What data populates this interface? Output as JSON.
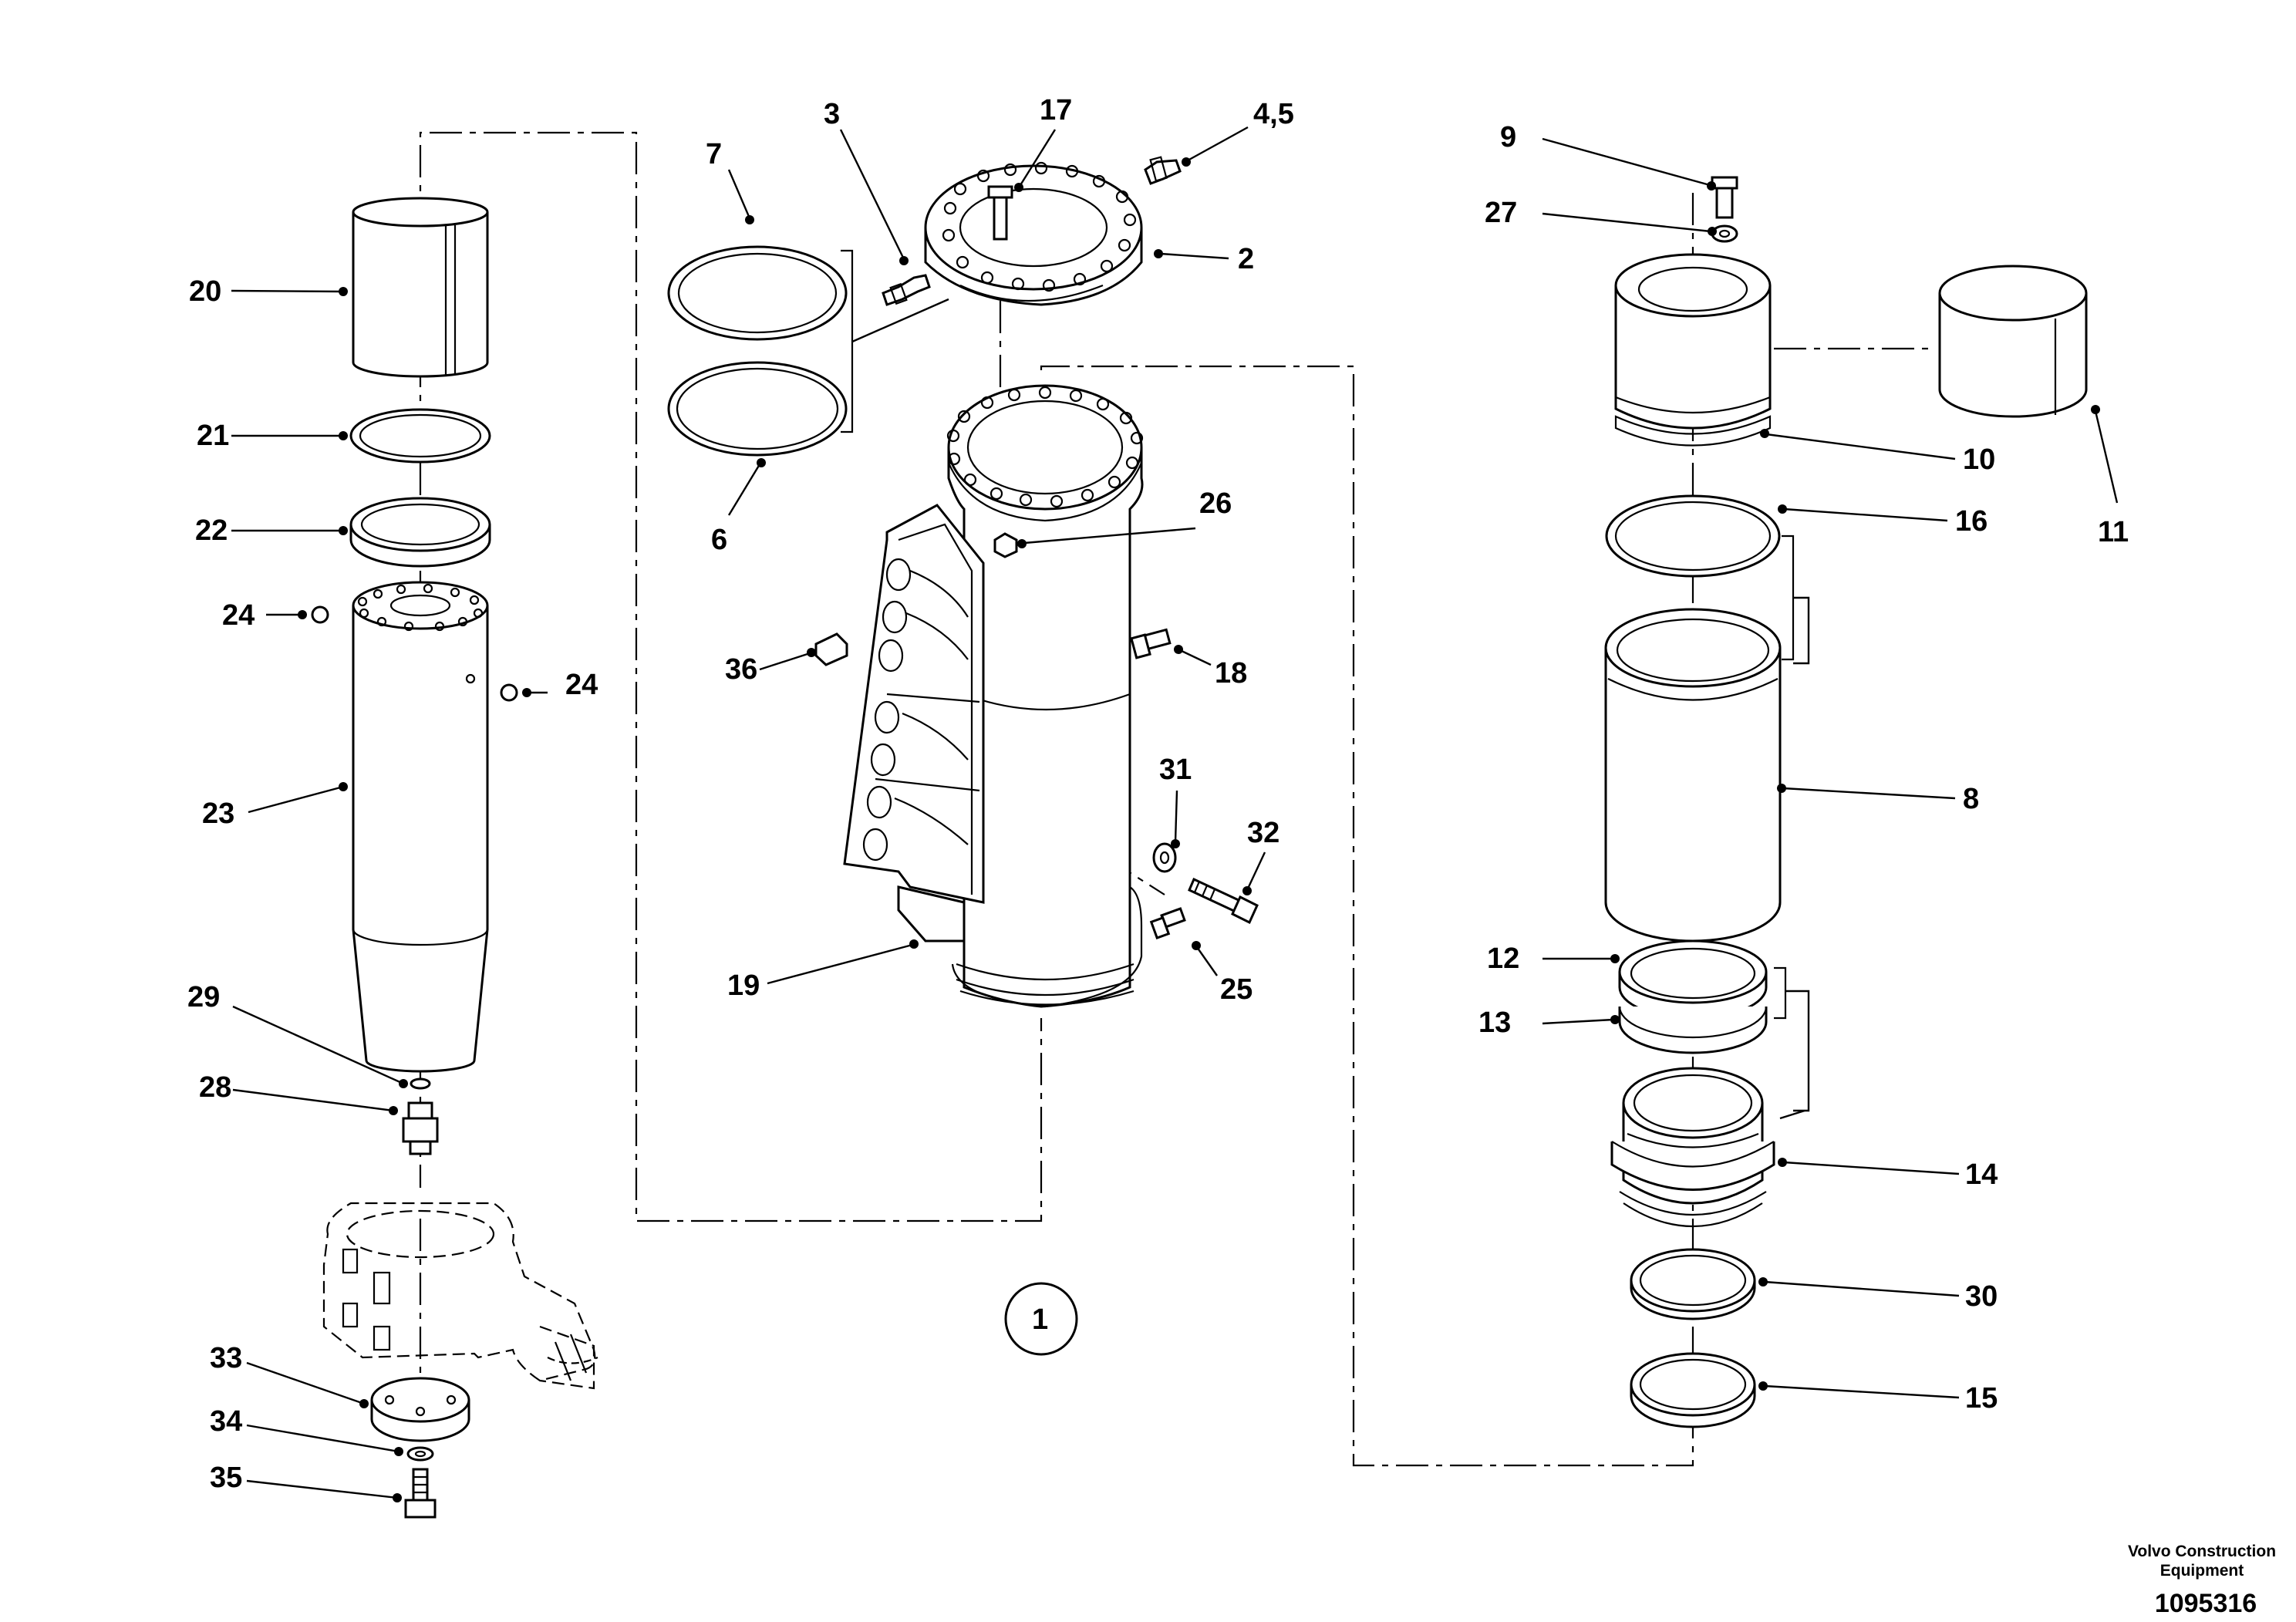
{
  "callouts": {
    "c1": "1",
    "c2": "2",
    "c3": "3",
    "c45": "4,5",
    "c6": "6",
    "c7": "7",
    "c8": "8",
    "c9": "9",
    "c10": "10",
    "c11": "11",
    "c12": "12",
    "c13": "13",
    "c14": "14",
    "c15": "15",
    "c16": "16",
    "c17": "17",
    "c18": "18",
    "c19": "19",
    "c20": "20",
    "c21": "21",
    "c22": "22",
    "c23": "23",
    "c24a": "24",
    "c24b": "24",
    "c25": "25",
    "c26": "26",
    "c27": "27",
    "c28": "28",
    "c29": "29",
    "c30": "30",
    "c31": "31",
    "c32": "32",
    "c33": "33",
    "c34": "34",
    "c35": "35",
    "c36": "36"
  },
  "footer": {
    "company_line1": "Volvo Construction",
    "company_line2": "Equipment",
    "drawing_number": "1095316"
  }
}
